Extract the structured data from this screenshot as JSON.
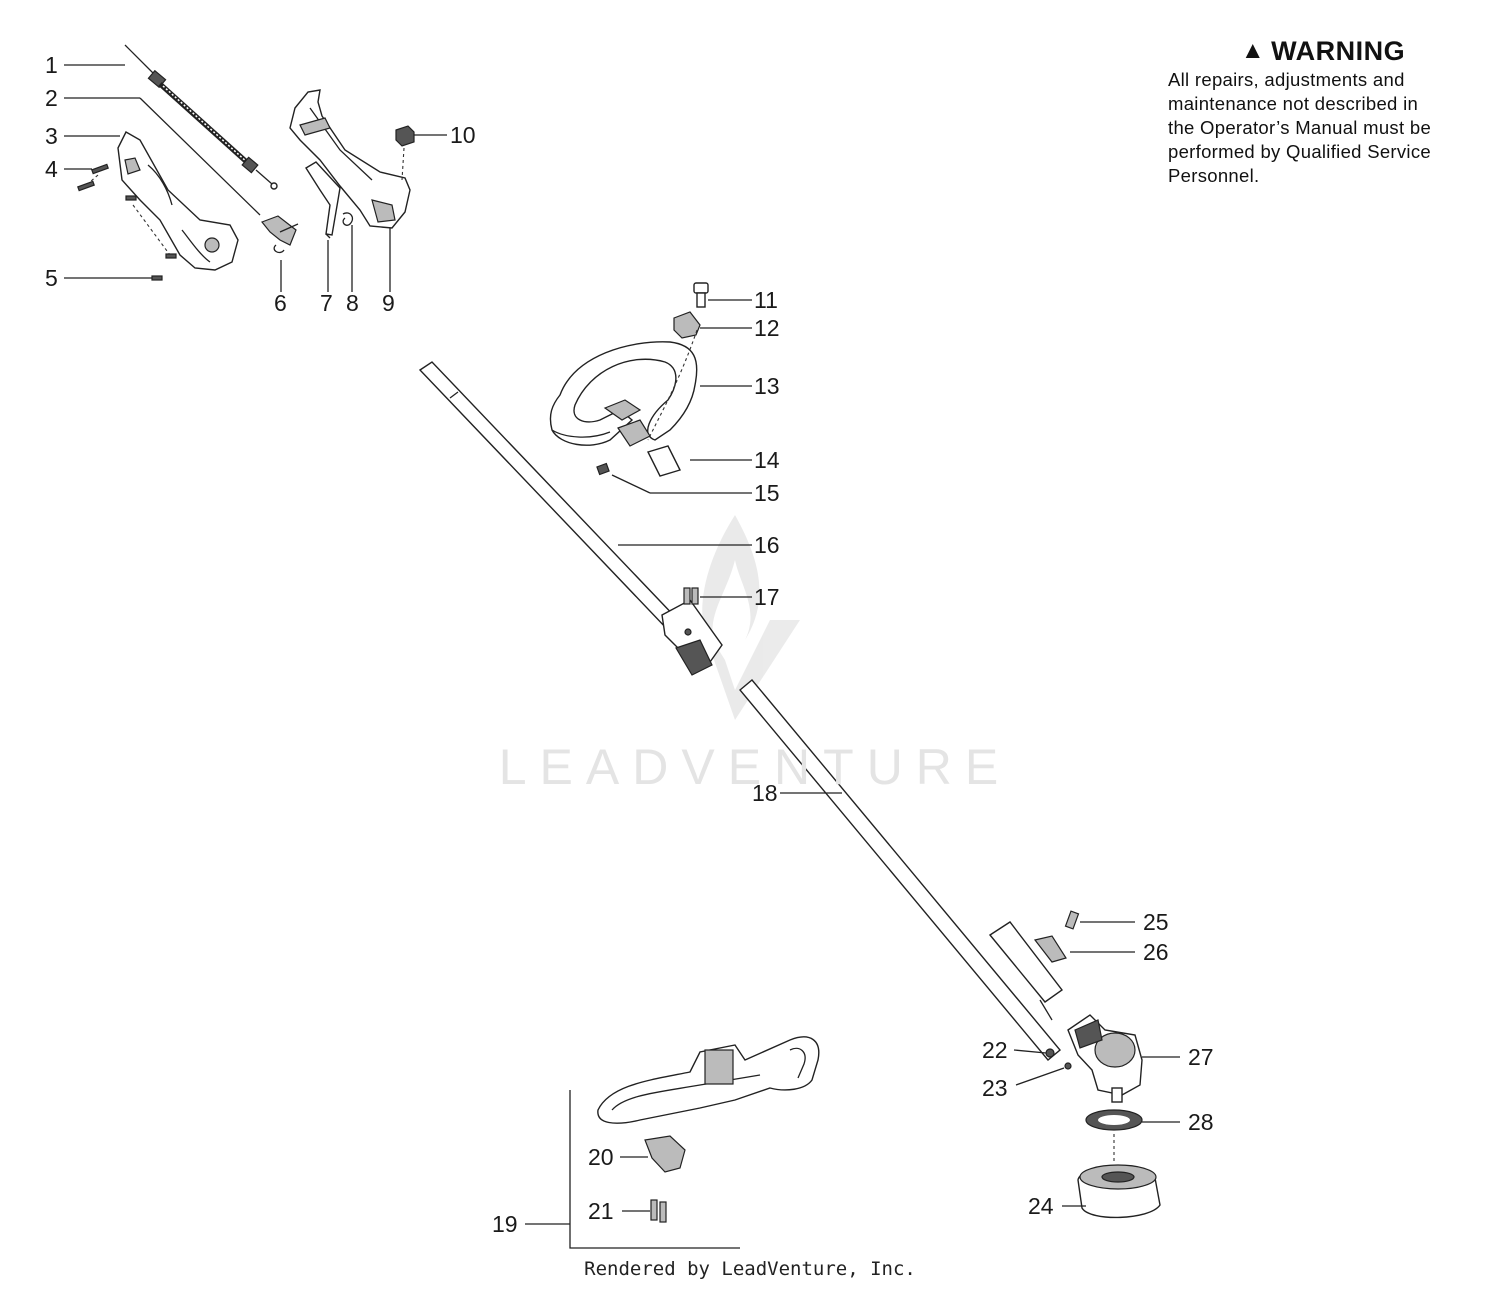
{
  "warning": {
    "icon": "warning-triangle-icon",
    "title": "WARNING",
    "lines": [
      "All repairs, adjustments and",
      "maintenance not described in",
      "the Operator’s Manual must be",
      "performed by Qualified Service",
      "Personnel."
    ]
  },
  "watermark": "LEADVENTURE",
  "footer": "Rendered by LeadVenture, Inc.",
  "callouts": [
    {
      "id": "1",
      "label": "1"
    },
    {
      "id": "2",
      "label": "2"
    },
    {
      "id": "3",
      "label": "3"
    },
    {
      "id": "4",
      "label": "4"
    },
    {
      "id": "5",
      "label": "5"
    },
    {
      "id": "6",
      "label": "6"
    },
    {
      "id": "7",
      "label": "7"
    },
    {
      "id": "8",
      "label": "8"
    },
    {
      "id": "9",
      "label": "9"
    },
    {
      "id": "10",
      "label": "10"
    },
    {
      "id": "11",
      "label": "11"
    },
    {
      "id": "12",
      "label": "12"
    },
    {
      "id": "13",
      "label": "13"
    },
    {
      "id": "14",
      "label": "14"
    },
    {
      "id": "15",
      "label": "15"
    },
    {
      "id": "16",
      "label": "16"
    },
    {
      "id": "17",
      "label": "17"
    },
    {
      "id": "18",
      "label": "18"
    },
    {
      "id": "19",
      "label": "19"
    },
    {
      "id": "20",
      "label": "20"
    },
    {
      "id": "21",
      "label": "21"
    },
    {
      "id": "22",
      "label": "22"
    },
    {
      "id": "23",
      "label": "23"
    },
    {
      "id": "24",
      "label": "24"
    },
    {
      "id": "25",
      "label": "25"
    },
    {
      "id": "26",
      "label": "26"
    },
    {
      "id": "27",
      "label": "27"
    },
    {
      "id": "28",
      "label": "28"
    }
  ]
}
